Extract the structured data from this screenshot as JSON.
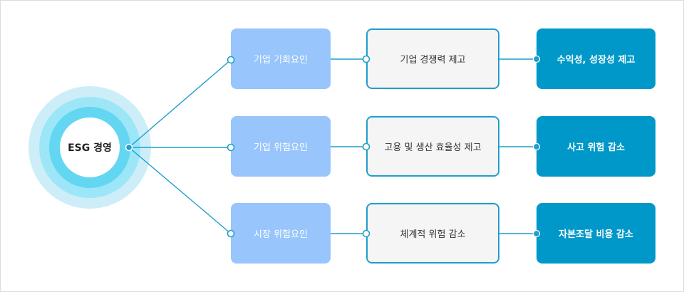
{
  "center": {
    "label": "ESG 경영"
  },
  "rows": [
    {
      "factor": "기업 기회요인",
      "effect": "기업 경쟁력 제고",
      "result": "수익성, 성장성 제고"
    },
    {
      "factor": "기업 위험요인",
      "effect": "고용 및 생산 효율성 제고",
      "result": "사고 위험 감소"
    },
    {
      "factor": "시장 위험요인",
      "effect": "체계적 위험 감소",
      "result": "자본조달 비용 감소"
    }
  ],
  "colors": {
    "line": "#1f9fcb",
    "factor_bg": "#98c5fb",
    "result_bg": "#0098c8",
    "ring_outer": "#cdeef8",
    "ring_mid": "#9ce6f7",
    "ring_inner": "#63d6f1"
  }
}
